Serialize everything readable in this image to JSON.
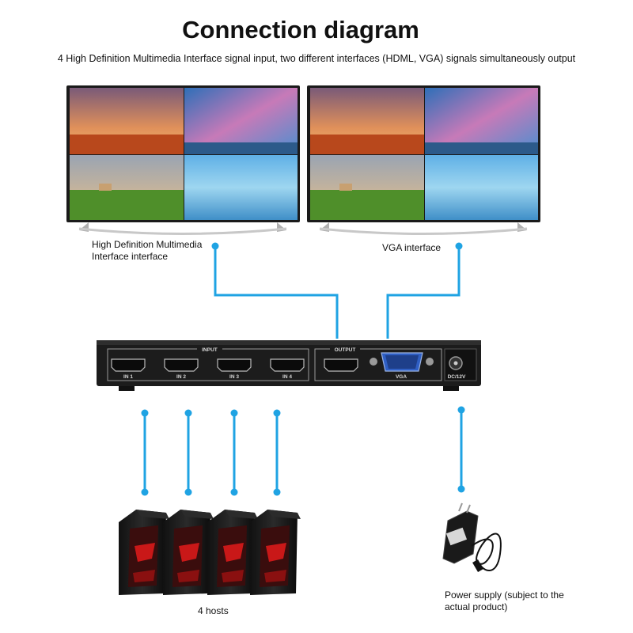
{
  "title": "Connection diagram",
  "subtitle": "4 High Definition Multimedia Interface signal input, two different interfaces (HDML, VGA) signals simultaneously output",
  "labels": {
    "hdmi_output": "High Definition Multimedia Interface interface",
    "vga_output": "VGA interface",
    "hosts": "4 hosts",
    "power_supply": "Power supply (subject to the actual product)"
  },
  "device": {
    "input_group": "INPUT",
    "output_group": "OUTPUT",
    "ports": [
      "IN 1",
      "IN 2",
      "IN 3",
      "IN 4"
    ],
    "vga_port": "VGA",
    "power_port": "DC/12V"
  },
  "colors": {
    "wire": "#1fa3e3",
    "device_body": "#1c1c1c",
    "vga_connector": "#2f5fc4"
  },
  "icons": [
    "tv-monitor-icon",
    "hdmi-port-icon",
    "vga-port-icon",
    "dc-jack-icon",
    "pc-tower-icon",
    "power-adapter-icon"
  ]
}
